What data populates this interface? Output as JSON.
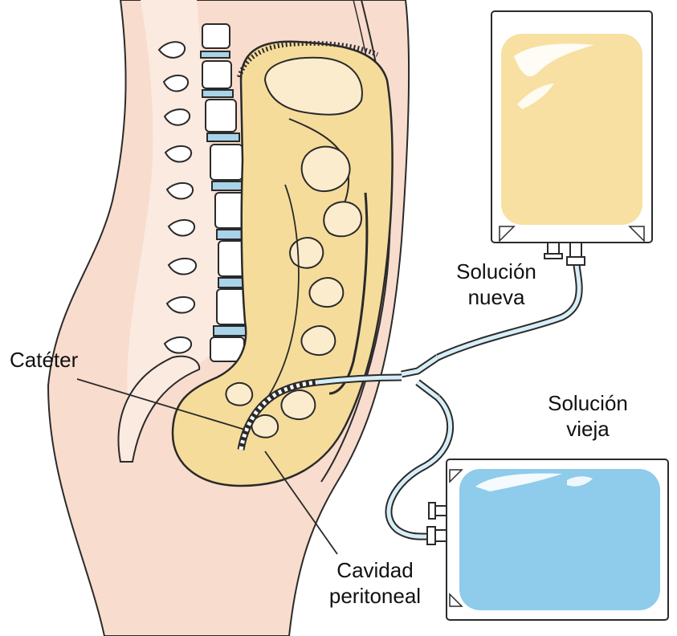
{
  "labels": {
    "new_solution": [
      "Solución",
      "nueva"
    ],
    "old_solution": [
      "Solución",
      "vieja"
    ],
    "catheter": "Catéter",
    "peritoneal_cavity": [
      "Cavidad",
      "peritoneal"
    ]
  },
  "colors": {
    "skin": "#f8dccd",
    "skin_light": "#fbeae0",
    "outline": "#2a2a2a",
    "intestine": "#f6dc9b",
    "spine_disc": "#a9d3e8",
    "new_bag_fluid": "#f7e0a1",
    "old_bag_fluid": "#8fcbea",
    "tube": "#d6eef7"
  }
}
